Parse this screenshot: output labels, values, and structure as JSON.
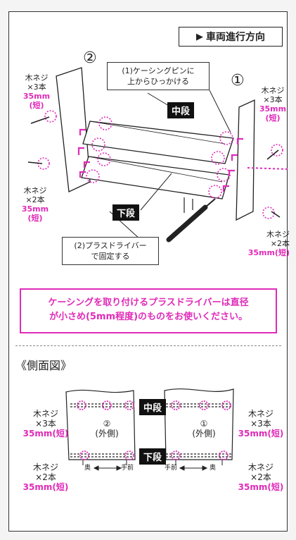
{
  "direction": {
    "icon": "car-icon",
    "label": "車両進行方向"
  },
  "panel1_number": "①",
  "panel2_number": "②",
  "callout_hook": "(1)ケーシングピンに\n上からひっかける",
  "callout_fix": "(2)プラスドライバー\nで固定する",
  "shelf_middle": "中段",
  "shelf_lower": "下段",
  "screws": {
    "top_left": {
      "name": "木ネジ",
      "count": "×3本",
      "size": "35mm",
      "length": "(短)"
    },
    "lower_left": {
      "name": "木ネジ",
      "count": "×2本",
      "size": "35mm",
      "length": "(短)"
    },
    "top_right": {
      "name": "木ネジ",
      "count": "×3本",
      "size": "35mm",
      "length": "(短)"
    },
    "lower_right": {
      "name": "木ネジ",
      "count": "×2本",
      "size": "35mm(短)"
    }
  },
  "notice": {
    "line1": "ケーシングを取り付けるプラスドライバーは直径",
    "line2": "が小さめ(5mm程度)のものをお使いください。"
  },
  "side_view": {
    "title": "《側面図》",
    "left_panel": {
      "number": "②",
      "side": "(外側)"
    },
    "right_panel": {
      "number": "①",
      "side": "(外側)"
    },
    "middle_label": "中段",
    "lower_label": "下段",
    "left_top": {
      "name": "木ネジ",
      "count": "×3本",
      "size": "35mm(短)"
    },
    "left_bottom": {
      "name": "木ネジ",
      "count": "×2本",
      "size": "35mm(短)"
    },
    "right_top": {
      "name": "木ネジ",
      "count": "×3本",
      "size": "35mm(短)"
    },
    "right_bottom": {
      "name": "木ネジ",
      "count": "×2本",
      "size": "35mm(短)"
    },
    "left_axis": {
      "left": "奥",
      "right": "手前"
    },
    "right_axis": {
      "left": "手前",
      "right": "奥"
    }
  },
  "colors": {
    "accent": "#e02bb8",
    "line": "#222222",
    "panel": "#ffffff"
  }
}
